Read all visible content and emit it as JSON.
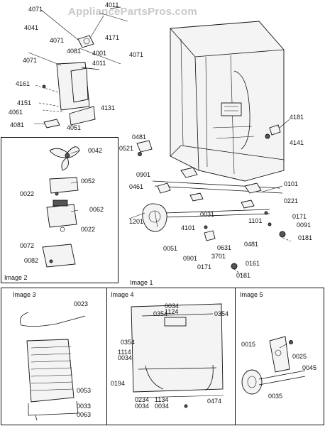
{
  "watermark": "AppliancePartsPros.com",
  "panels": {
    "image1": "Image 1",
    "image2": "Image 2",
    "image3": "Image 3",
    "image4": "Image 4",
    "image5": "Image 5"
  },
  "labels": {
    "p4071a": "4071",
    "p4011a": "4011",
    "p4041": "4041",
    "p4171": "4171",
    "p4071b": "4071",
    "p4081a": "4081",
    "p4001": "4001",
    "p4071c": "4071",
    "p4071d": "4071",
    "p4011b": "4011",
    "p4161": "4161",
    "p4151": "4151",
    "p4061": "4061",
    "p4131": "4131",
    "p4081b": "4081",
    "p4051": "4051",
    "p4181": "4181",
    "p4141": "4141",
    "p0481a": "0481",
    "p0521": "0521",
    "p0901a": "0901",
    "p0461": "0461",
    "p0101": "0101",
    "p0221": "0221",
    "p0031": "0031",
    "p1101": "1101",
    "p0171a": "0171",
    "p0091": "0091",
    "p0181a": "0181",
    "p1201": "1201",
    "p4101": "4101",
    "p0631": "0631",
    "p0481b": "0481",
    "p0051": "0051",
    "p0901b": "0901",
    "p3701": "3701",
    "p0161": "0161",
    "p0171b": "0171",
    "p0181b": "0181",
    "p0042": "0042",
    "p0052": "0052",
    "p0022a": "0022",
    "p0062": "0062",
    "p0022b": "0022",
    "p0072": "0072",
    "p0082": "0082",
    "p0023": "0023",
    "p0053": "0053",
    "p0033": "0033",
    "p0063": "0063",
    "p0034a": "0034",
    "p1124": "1124",
    "p0354a": "0354",
    "p0354b": "0354",
    "p0354c": "0354",
    "p1114": "1114",
    "p0034b": "0034",
    "p0194": "0194",
    "p0234": "0234",
    "p0034c": "0034",
    "p1134": "1134",
    "p0034d": "0034",
    "p0474": "0474",
    "p0015": "0015",
    "p0025": "0025",
    "p0045": "0045",
    "p0035": "0035"
  }
}
